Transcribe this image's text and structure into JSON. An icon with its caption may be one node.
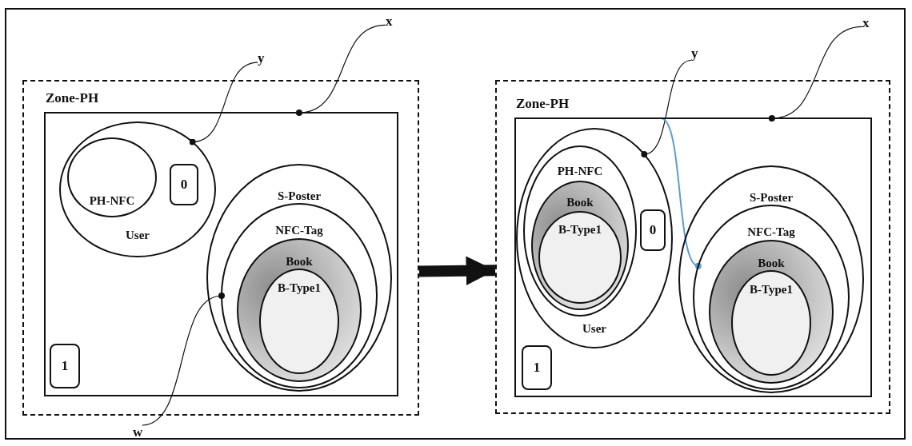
{
  "diagram": {
    "nodes": [
      {
        "text": [],
        "shape": "box"
      },
      {
        "text": [
          "Zone-PH"
        ],
        "in": 0
      },
      {
        "text": [
          "User"
        ],
        "in": 1
      },
      {
        "text": [
          "PH-NFC"
        ],
        "in": 2
      },
      {
        "text": [
          "0"
        ],
        "in": 2
      },
      {
        "text": [
          "S-Poster"
        ],
        "in": 1
      },
      {
        "text": [
          "NFC-Tag"
        ],
        "in": 5
      },
      {
        "text": [
          "Book"
        ],
        "in": 6
      },
      {
        "text": [
          "B-Type1"
        ],
        "in": 7
      },
      {
        "text": [
          "1"
        ],
        "in": 1
      },
      {
        "text": [
          "x"
        ]
      },
      {
        "text": [
          "y"
        ]
      },
      {
        "text": [
          "w"
        ]
      },
      {
        "text": [],
        "shape": "box"
      },
      {
        "text": [
          "Zone-PH"
        ],
        "in": 13
      },
      {
        "text": [
          "User"
        ],
        "in": 14
      },
      {
        "text": [
          "PH-NFC"
        ],
        "in": 15
      },
      {
        "text": [
          "Book"
        ],
        "in": 16
      },
      {
        "text": [
          "B-Type1"
        ],
        "in": 17
      },
      {
        "text": [
          "0"
        ],
        "in": 15
      },
      {
        "text": [
          "S-Poster"
        ],
        "in": 14
      },
      {
        "text": [
          "NFC-Tag"
        ],
        "in": 20
      },
      {
        "text": [
          "Book"
        ],
        "in": 21
      },
      {
        "text": [
          "B-Type1"
        ],
        "in": 22
      },
      {
        "text": [
          "1"
        ],
        "in": 14
      },
      {
        "text": [
          "x"
        ]
      },
      {
        "text": [
          "y"
        ]
      }
    ],
    "edges": [
      {
        "from": 10,
        "to": 1,
        "arrow": "other"
      },
      {
        "from": 11,
        "to": 2,
        "arrow": "other"
      },
      {
        "from": 12,
        "to": 6,
        "arrow": "other"
      },
      {
        "from": 25,
        "to": 14,
        "arrow": "other"
      },
      {
        "from": 26,
        "to": 15,
        "arrow": "other"
      },
      {
        "from": 14,
        "to": 21,
        "arrow": "other",
        "color": "#5b9bd5"
      },
      {
        "from": 0,
        "to": 13,
        "arrow": "to",
        "style": "thick"
      }
    ]
  }
}
